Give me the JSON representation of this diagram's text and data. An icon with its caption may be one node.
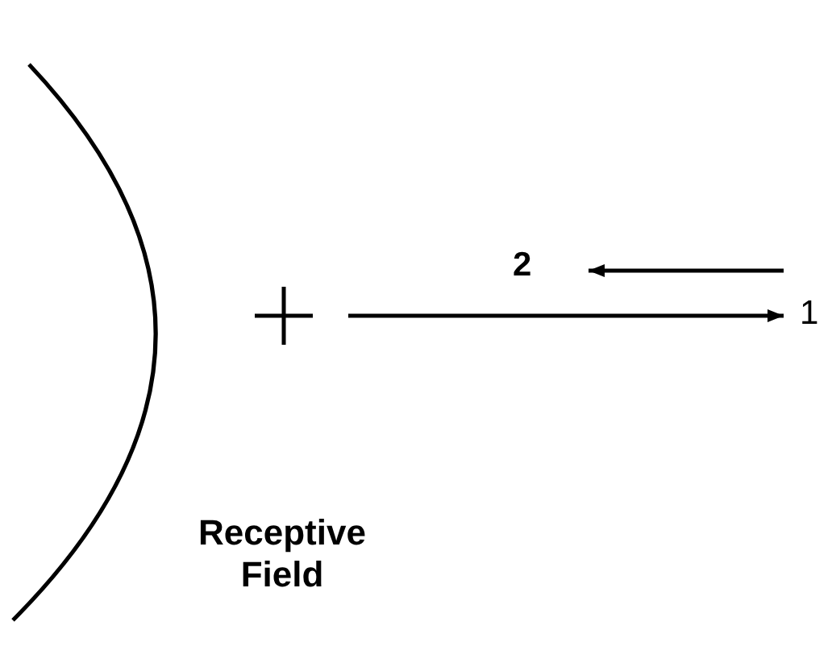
{
  "diagram": {
    "labels": [
      "2",
      "1",
      "Receptive Field"
    ]
  }
}
